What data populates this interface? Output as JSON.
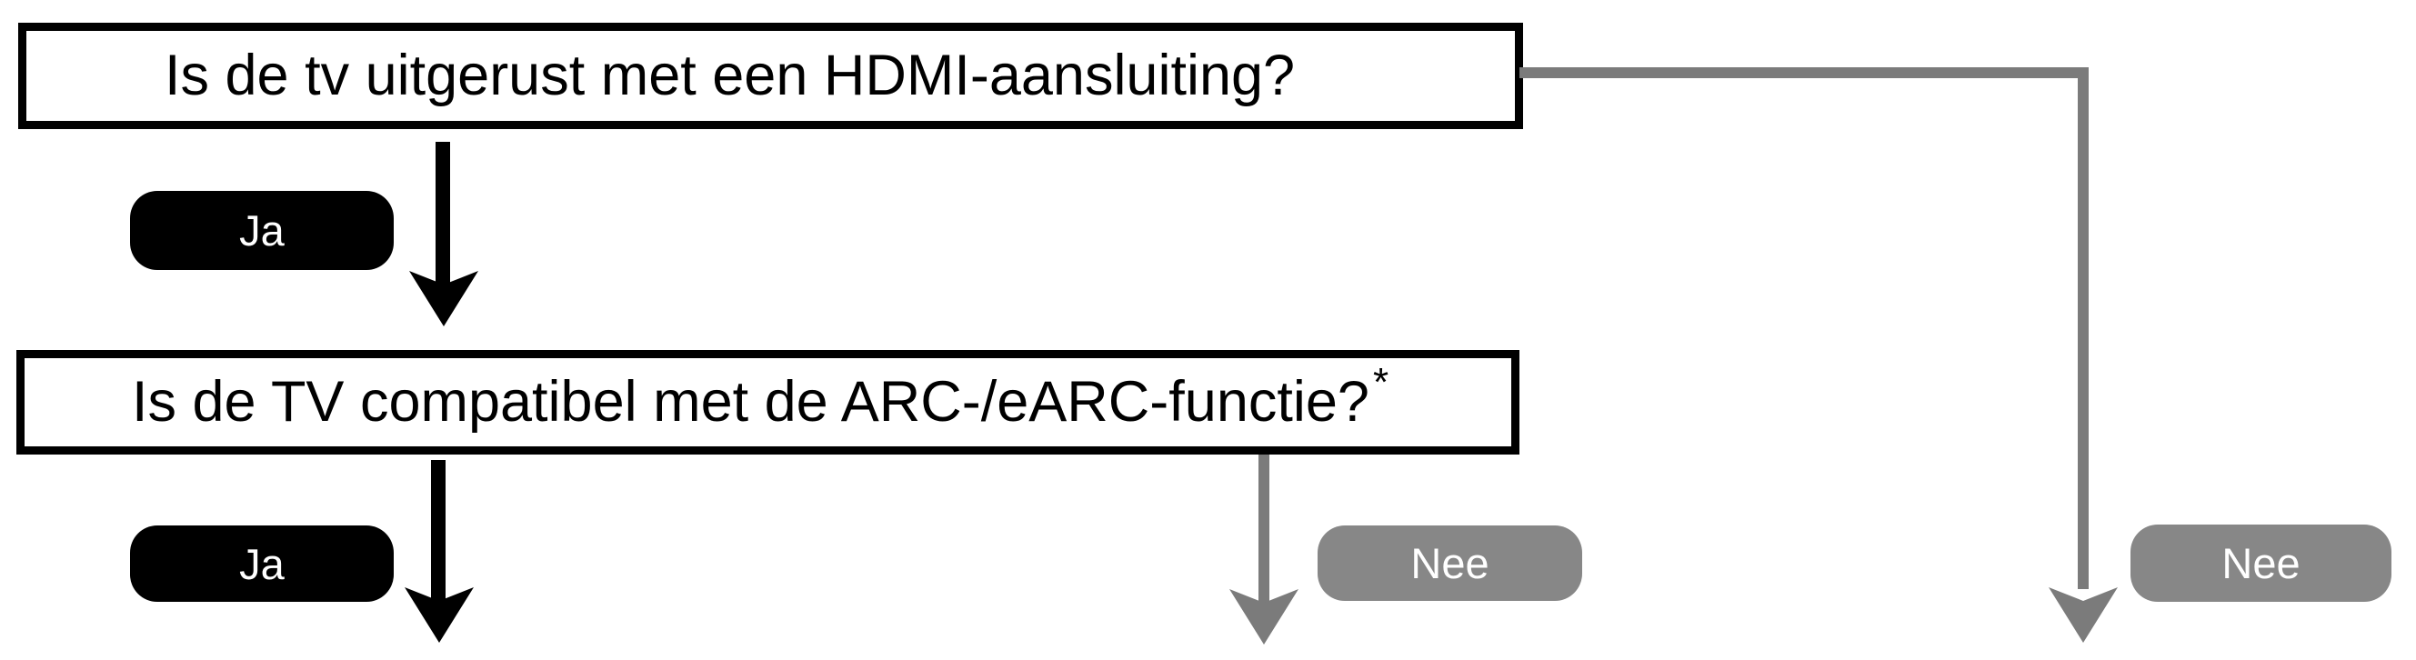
{
  "flowchart": {
    "questions": [
      {
        "id": "q1-hdmi",
        "text": "Is de tv uitgerust met een HDMI-aansluiting?",
        "superscript": ""
      },
      {
        "id": "q2-arc",
        "text": "Is de TV compatibel met de ARC-/eARC-functie?",
        "superscript": "*"
      }
    ],
    "badges": [
      {
        "id": "ja-1",
        "label": "Ja"
      },
      {
        "id": "ja-2",
        "label": "Ja"
      },
      {
        "id": "nee-mid",
        "label": "Nee"
      },
      {
        "id": "nee-right",
        "label": "Nee"
      }
    ],
    "colors": {
      "box_border": "#000000",
      "box_fill": "#ffffff",
      "yes_badge": "#000000",
      "no_badge": "#878787",
      "badge_text": "#ffffff",
      "yes_arrow": "#000000",
      "no_line": "#7b7b7b",
      "background": "#ffffff"
    }
  }
}
